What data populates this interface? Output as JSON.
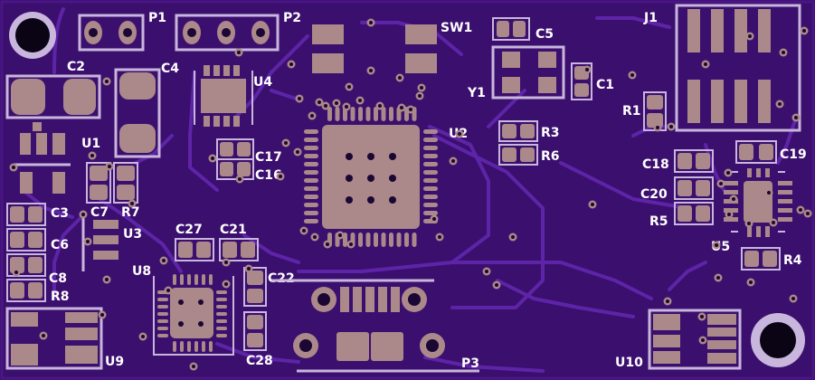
{
  "board": {
    "colors": {
      "substrate": "#3b0f6e",
      "substrate_edge": "#4a1584",
      "trace": "#5e24a8",
      "pad": "#ab8889",
      "silkscreen": "#c8b6dc",
      "label_text": "#ffffff",
      "hole": "#1a0733"
    }
  },
  "labels": {
    "p1": "P1",
    "p2": "P2",
    "sw1": "SW1",
    "c5": "C5",
    "j1": "J1",
    "c2": "C2",
    "c4": "C4",
    "u4": "U4",
    "y1": "Y1",
    "c1": "C1",
    "r1": "R1",
    "u1": "U1",
    "u2": "U2",
    "r3": "R3",
    "r6": "R6",
    "c17": "C17",
    "c16": "C16",
    "c18": "C18",
    "c19": "C19",
    "c20": "C20",
    "r5": "R5",
    "c3": "C3",
    "c7": "C7",
    "r7": "R7",
    "u3": "U3",
    "c6": "C6",
    "c27": "C27",
    "c21": "C21",
    "u5": "U5",
    "r4": "R4",
    "c8": "C8",
    "r8": "R8",
    "u8": "U8",
    "c22": "C22",
    "u9": "U9",
    "c28": "C28",
    "p3": "P3",
    "u10": "U10"
  }
}
